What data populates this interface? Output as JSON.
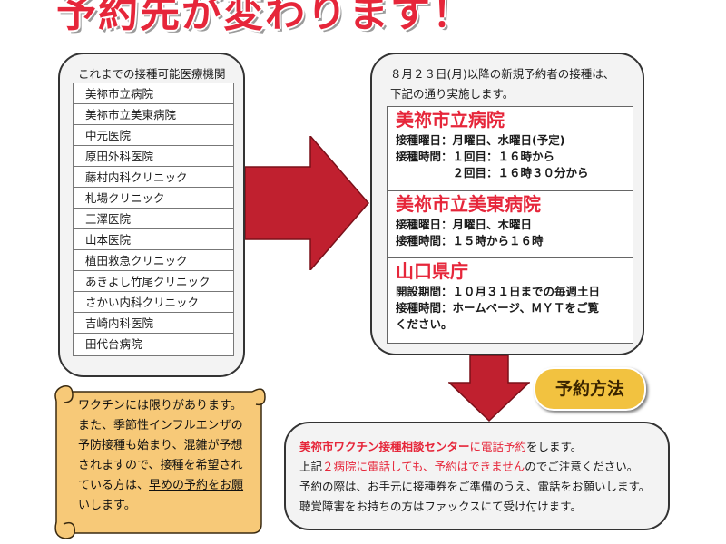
{
  "title": "予約先が変わります！",
  "left": {
    "heading": "これまでの接種可能医療機関",
    "clinics": [
      "美祢市立病院",
      "美祢市立美東病院",
      "中元医院",
      "原田外科医院",
      "藤村内科クリニック",
      "札場クリニック",
      "三澤医院",
      "山本医院",
      "植田救急クリニック",
      "あきよし竹尾クリニック",
      "さかい内科クリニック",
      "吉崎内科医院",
      "田代台病院"
    ]
  },
  "right": {
    "intro_line1": "８月２３日(月)以降の新規予約者の接種は、",
    "intro_line2": "下記の通り実施します。",
    "sections": [
      {
        "name": "美祢市立病院",
        "lines": [
          "接種曜日：月曜日、水曜日(予定)",
          "接種時間：１回目：１６時から",
          "　　　　　２回目：１６時３０分から"
        ]
      },
      {
        "name": "美祢市立美東病院",
        "lines": [
          "接種曜日：月曜日、木曜日",
          "接種時間：１５時から１６時"
        ]
      },
      {
        "name": "山口県庁",
        "lines": [
          "開設期間：１０月３１日までの毎週土日",
          "接種時間：ホームページ、ＭＹＴをご覧",
          "ください。"
        ]
      }
    ]
  },
  "method": {
    "badge": "予約方法",
    "center": "美祢市ワクチン接種相談センター",
    "line1_rest_a": "に電話予約",
    "line1_rest_b": "をします。",
    "line2_a": "上記",
    "line2_red": "２病院に電話しても、予約はできません",
    "line2_b": "のでご注意ください。",
    "line3": "予約の際は、お手元に接種券をご準備のうえ、電話をお願いします。",
    "line4": "聴覚障害をお持ちの方はファックスにて受け付けます。"
  },
  "notice": {
    "line1": "ワクチンには限りがあります。",
    "line2": "また、季節性インフルエンザの",
    "line3": "予防接種も始まり、混雑が予想",
    "line4": "されますので、接種を希望され",
    "line5a": "ている方は、",
    "line5b": "早めの予約をお願",
    "line6": "いします。"
  },
  "colors": {
    "accent_red": "#e6263a",
    "arrow": "#c0202f",
    "scroll": "#f7c978",
    "badge": "#f2c240"
  }
}
